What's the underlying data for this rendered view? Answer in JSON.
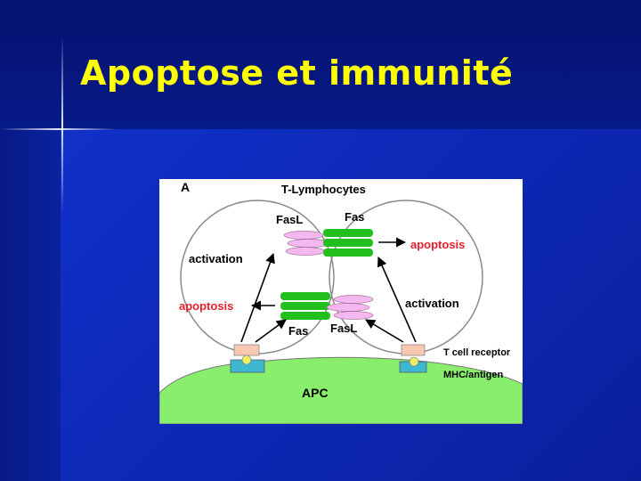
{
  "slide": {
    "title": "Apoptose et immunité"
  },
  "diagram": {
    "panel_label": "A",
    "top_label": "T-Lymphocytes",
    "left_cell": {
      "activation": "activation",
      "apoptosis": "apoptosis",
      "fas": "Fas"
    },
    "right_cell": {
      "activation": "activation",
      "apoptosis": "apoptosis",
      "fas": "Fas"
    },
    "fasl_left": "FasL",
    "fasl_right": "FasL",
    "apc_label": "APC",
    "tcr_label": "T cell receptor",
    "mhc_label": "MHC/antigen",
    "colors": {
      "apoptosis_text": "#e8202a",
      "fas_bar": "#22c01e",
      "fasl_ellipse": "#f4b8ee",
      "apc": "#88ee6c",
      "tcr": "#f8c8b0",
      "mhc": "#3cb8d0"
    }
  }
}
